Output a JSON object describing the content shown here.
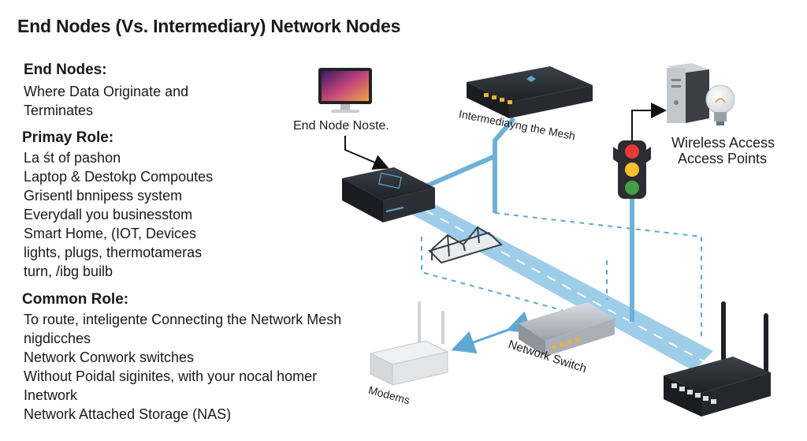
{
  "title": "End Nodes (Vs.  Intermediary) Network Nodes",
  "end_nodes": {
    "heading": "End Nodes:",
    "lines": [
      "Where Data Originate  and",
      "Terminates"
    ]
  },
  "primary_role": {
    "heading": "Primay Role:",
    "lines": [
      "La śt of pashon",
      "Laptop & Destokp Compoutes",
      "Grisentl bnnipess system",
      "Everydall you businesstom",
      "Smart Home, (IOT, Devices",
      "lights, plugs,  thermotameras",
      "turn, /ibg builb"
    ]
  },
  "common_role": {
    "heading": "Common Role:",
    "lines": [
      "To route, inteligente Connecting the Network Mesh",
      "nigdicches",
      "Network Conwork switches",
      "Without Poidal siginites, with your nocal homer",
      "Inetwork",
      "Network Attached Storage (NAS)"
    ]
  },
  "diagram": {
    "labels": {
      "end_node": "End Node Noste.",
      "intermediary": "Intermediayng the Mesh",
      "wireless_1": "Wireless Access",
      "wireless_2": "Access Points",
      "switch": "Network Switch",
      "modems": "Modems"
    },
    "colors": {
      "link": "#6fb1d6",
      "road": "#8cc4e4",
      "device": "#2a2d33",
      "port": "#e8b13a"
    }
  }
}
